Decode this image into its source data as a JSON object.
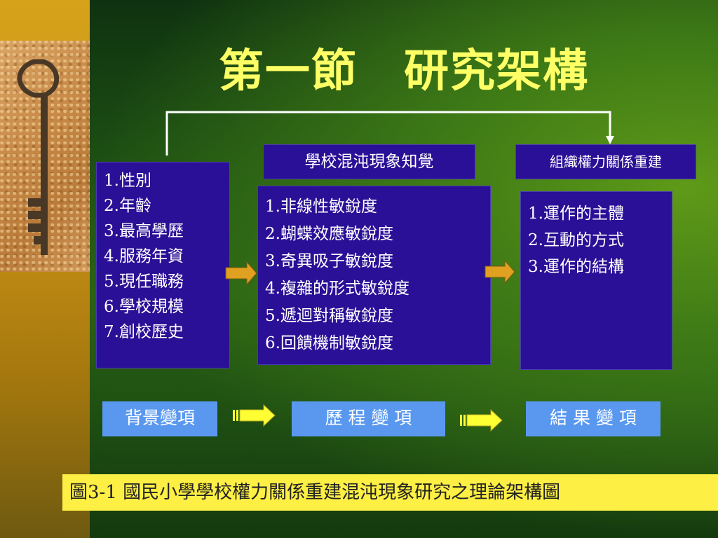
{
  "title": "第一節　研究架構",
  "columns": {
    "background": {
      "items": [
        "1.性別",
        "2.年齡",
        "3.最高學歷",
        "4.服務年資",
        "5.現任職務",
        "6.學校規模",
        "7.創校歷史"
      ]
    },
    "process": {
      "header": "學校混沌現象知覺",
      "items": [
        "1.非線性敏銳度",
        "2.蝴蝶效應敏銳度",
        "3.奇異吸子敏銳度",
        "4.複雜的形式敏銳度",
        "5.遞迴對稱敏銳度",
        "6.回饋機制敏銳度"
      ]
    },
    "outcome": {
      "header": "組織權力關係重建",
      "items": [
        "1.運作的主體",
        "2.互動的方式",
        "3.運作的結構"
      ]
    }
  },
  "variables": [
    "背景變項",
    "歷 程 變 項",
    "結 果 變 項"
  ],
  "caption": "圖3-1  國民小學學校權力關係重建混沌現象研究之理論架構圖",
  "colors": {
    "title": "#ffff66",
    "box": "#2a1096",
    "variable_box": "#5a98ef",
    "caption_bg": "#fdef44",
    "arrow_orange": "#e0a020",
    "arrow_yellow": "#ffff33"
  }
}
